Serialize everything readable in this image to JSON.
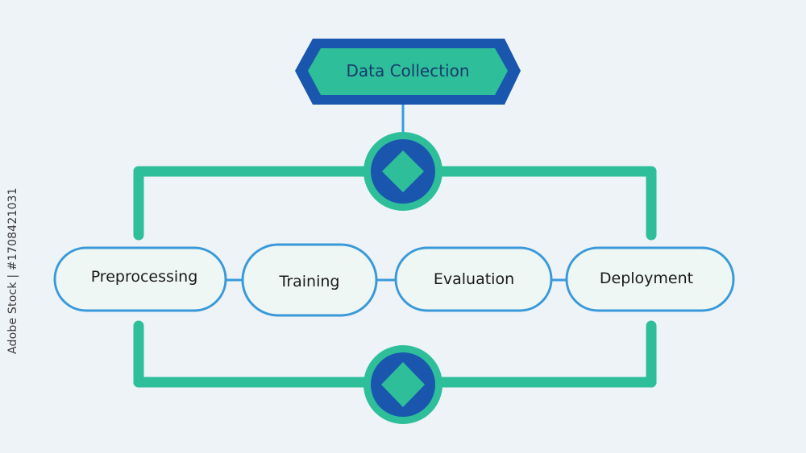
{
  "colors": {
    "background": "#eef3f8",
    "green": "#2ebf9a",
    "blue": "#1a56ad",
    "stage_border": "#3a9ad9",
    "stage_fill": "#eef7f4",
    "connector": "#3a9ad9"
  },
  "diagram": {
    "top_node": {
      "label": "Data Collection"
    },
    "stages": [
      {
        "label": "Preprocessing"
      },
      {
        "label": "Training"
      },
      {
        "label": "Evaluation"
      },
      {
        "label": "Deployment"
      }
    ],
    "junction_icon": "diamond-icon"
  },
  "watermark": {
    "side_text": "Adobe Stock | #1708421031"
  }
}
